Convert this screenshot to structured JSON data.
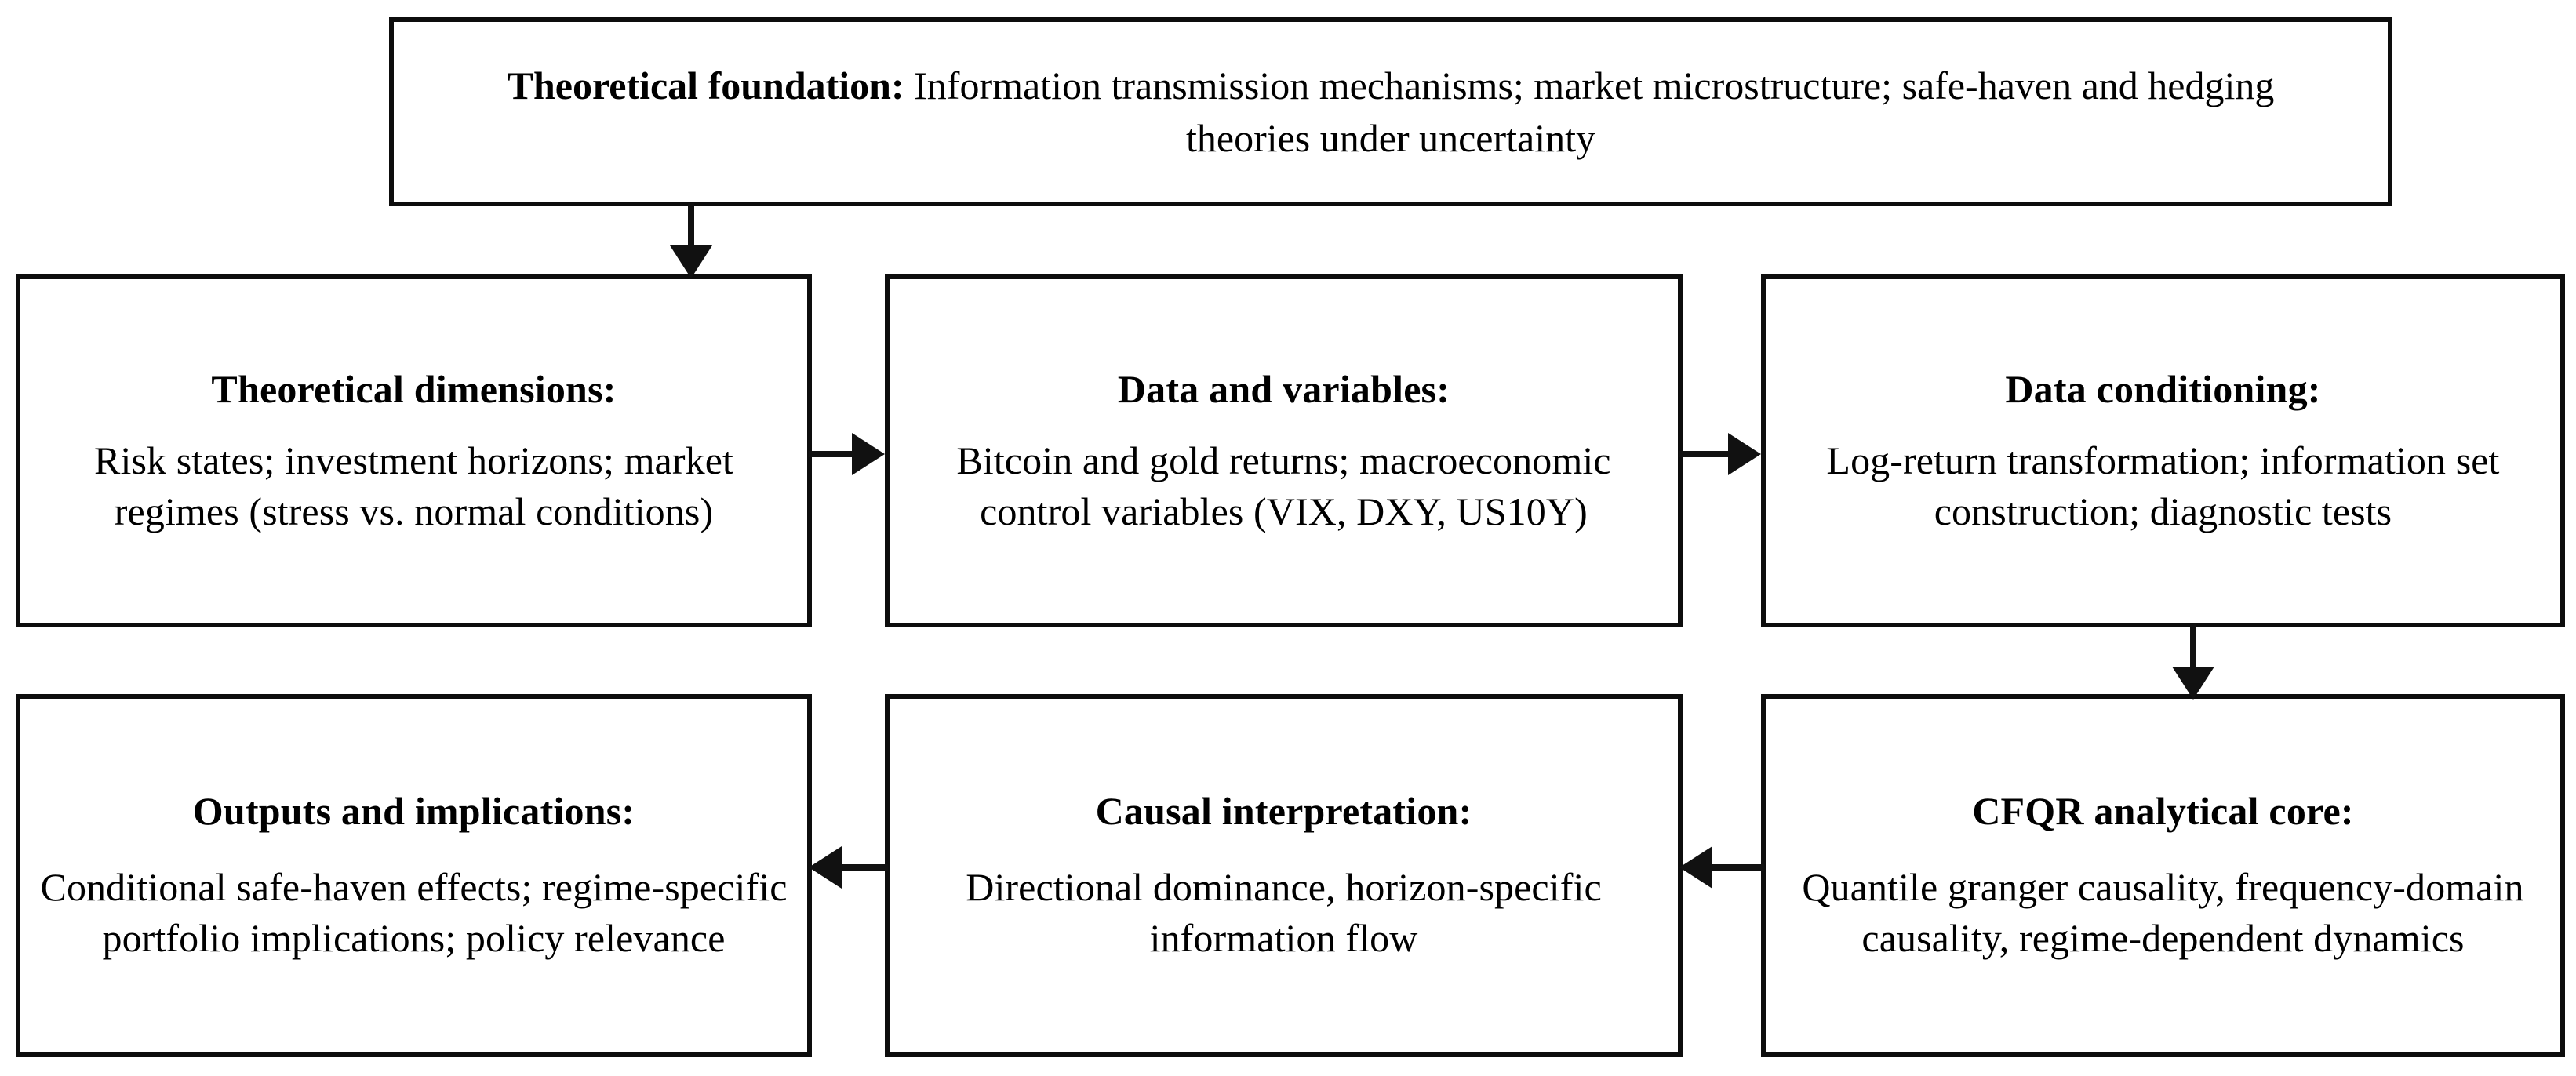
{
  "diagram": {
    "title": "CFQR research framework flowchart",
    "accent_color": "#111111",
    "box_border_color": "#0d0d0d",
    "background_color": "#ffffff",
    "nodes": {
      "theoretical_foundation": {
        "heading": "Theoretical foundation:",
        "body": " Information transmission mechanisms; market microstructure; safe-haven and hedging theories under uncertainty"
      },
      "theoretical_dimensions": {
        "heading": "Theoretical dimensions:",
        "body": "Risk states; investment horizons; market regimes (stress vs. normal conditions)"
      },
      "data_and_variables": {
        "heading": "Data and variables:",
        "body": "Bitcoin and gold returns; macroeconomic control variables (VIX, DXY, US10Y)"
      },
      "data_conditioning": {
        "heading": "Data conditioning:",
        "body": "Log-return transformation; information set construction; diagnostic tests"
      },
      "cfqr_analytical_core": {
        "heading": "CFQR analytical core:",
        "body": "Quantile granger causality, frequency-domain causality, regime-dependent dynamics"
      },
      "causal_interpretation": {
        "heading": "Causal interpretation:",
        "body": "Directional dominance, horizon-specific information flow"
      },
      "outputs_and_implications": {
        "heading": "Outputs and implications:",
        "body": "Conditional safe-haven effects; regime-specific portfolio implications; policy relevance"
      }
    },
    "connectors": [
      {
        "name": "foundation-to-dimensions",
        "direction": "down",
        "from": "theoretical_foundation",
        "to": "theoretical_dimensions"
      },
      {
        "name": "dimensions-to-data",
        "direction": "right",
        "from": "theoretical_dimensions",
        "to": "data_and_variables"
      },
      {
        "name": "data-to-conditioning",
        "direction": "right",
        "from": "data_and_variables",
        "to": "data_conditioning"
      },
      {
        "name": "conditioning-to-cfqr",
        "direction": "down",
        "from": "data_conditioning",
        "to": "cfqr_analytical_core"
      },
      {
        "name": "cfqr-to-causal",
        "direction": "left",
        "from": "cfqr_analytical_core",
        "to": "causal_interpretation"
      },
      {
        "name": "causal-to-outputs",
        "direction": "left",
        "from": "causal_interpretation",
        "to": "outputs_and_implications"
      }
    ]
  }
}
